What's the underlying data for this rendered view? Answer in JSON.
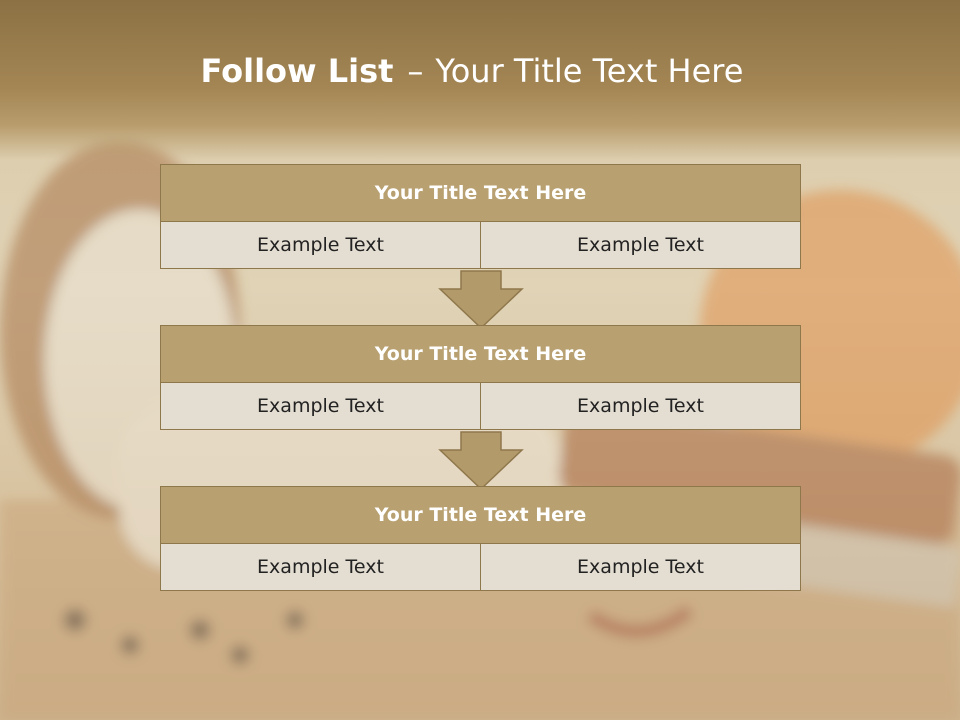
{
  "slide": {
    "title_bold": "Follow List",
    "title_dash": "–",
    "title_rest": "Your Title Text Here"
  },
  "blocks": [
    {
      "title": "Your Title Text Here",
      "cells": [
        "Example Text",
        "Example Text"
      ]
    },
    {
      "title": "Your Title Text Here",
      "cells": [
        "Example Text",
        "Example Text"
      ]
    },
    {
      "title": "Your Title Text Here",
      "cells": [
        "Example Text",
        "Example Text"
      ]
    }
  ],
  "colors": {
    "header": "#9c7e4c",
    "block_title": "#b8a070",
    "cell": "#e4ddd1",
    "border": "#8f774c",
    "arrow": "#b29a6a"
  }
}
